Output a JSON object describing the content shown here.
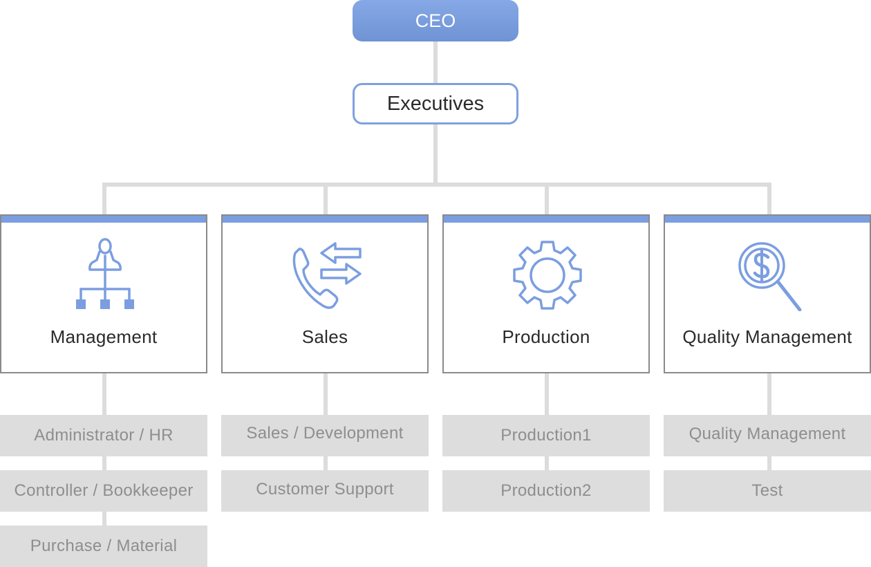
{
  "ceo": {
    "label": "CEO"
  },
  "executives": {
    "label": "Executives"
  },
  "departments": [
    {
      "label": "Management",
      "icon": "org-hierarchy-icon",
      "units": [
        "Administrator / HR",
        "Controller / Bookkeeper",
        "Purchase / Material"
      ]
    },
    {
      "label": "Sales",
      "icon": "phone-exchange-icon",
      "units": [
        "Sales / Development",
        "Customer Support"
      ]
    },
    {
      "label": "Production",
      "icon": "gear-icon",
      "units": [
        "Production1",
        "Production2"
      ]
    },
    {
      "label": "Quality Management",
      "icon": "dollar-search-icon",
      "units": [
        "Quality Management",
        "Test"
      ]
    }
  ],
  "colors": {
    "accent": "#7b9ee0",
    "connector": "#dcdcdc",
    "unit_bg": "#dddddd",
    "unit_text": "#8e8e8e",
    "border": "#8a8a8a"
  }
}
